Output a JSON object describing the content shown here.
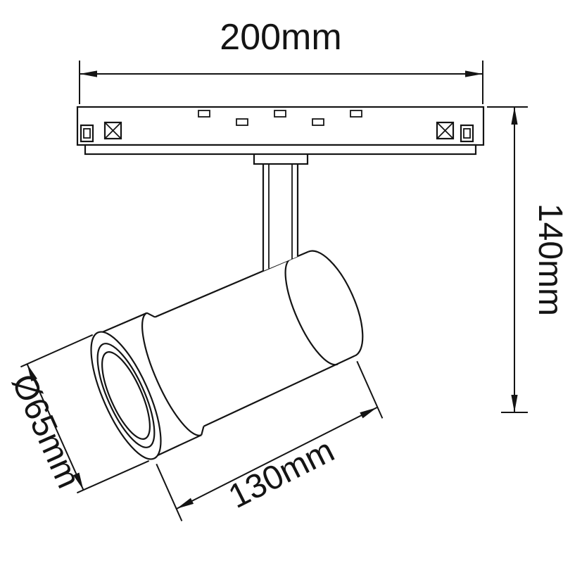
{
  "drawing": {
    "labels": {
      "track_width": "200mm",
      "total_height": "140mm",
      "lens_diameter": "Ø65mm",
      "body_length": "130mm"
    },
    "colors": {
      "line": "#141414",
      "background": "#ffffff"
    }
  }
}
